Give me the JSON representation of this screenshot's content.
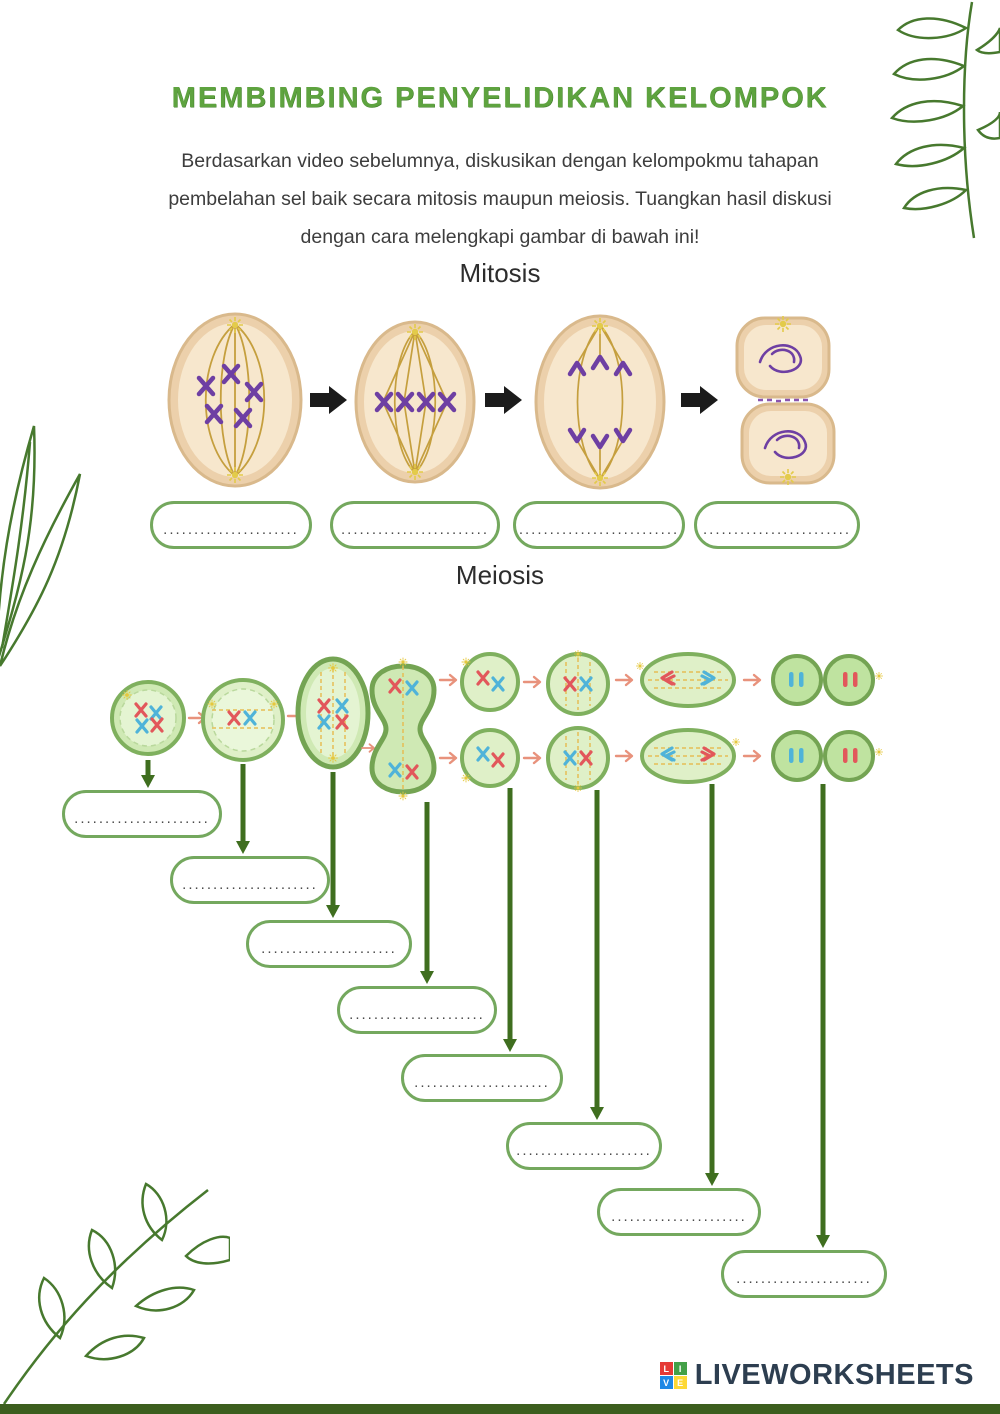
{
  "page": {
    "title": "MEMBIMBING PENYELIDIKAN KELOMPOK",
    "instructions": [
      "Berdasarkan video sebelumnya, diskusikan dengan kelompokmu tahapan",
      "pembelahan sel baik secara mitosis maupun meiosis. Tuangkan hasil diskusi",
      "dengan cara melengkapi gambar di bawah ini!"
    ]
  },
  "mitosis": {
    "heading": "Mitosis",
    "answer_boxes": [
      {
        "dots": "......................"
      },
      {
        "dots": "........................"
      },
      {
        "dots": ".........................."
      },
      {
        "dots": "........................"
      }
    ]
  },
  "meiosis": {
    "heading": "Meiosis",
    "answer_boxes": [
      {
        "dots": "......................"
      },
      {
        "dots": "......................"
      },
      {
        "dots": "......................"
      },
      {
        "dots": "......................"
      },
      {
        "dots": "......................"
      },
      {
        "dots": "......................"
      },
      {
        "dots": "......................"
      },
      {
        "dots": "......................"
      }
    ]
  },
  "footer": {
    "brand": "LIVEWORKSHEETS",
    "logo_letters": [
      "L",
      "I",
      "V",
      "E"
    ]
  },
  "colors": {
    "title_green": "#5ea33f",
    "box_border_green": "#74a85e",
    "connector_arrow_green": "#3f6e1f",
    "mitosis_cell_tan": "#ecd0ab",
    "chromosome_purple": "#6e3fa3",
    "meiosis_cell_green": "#cfe9b4",
    "chromosome_red": "#e2575b",
    "chromosome_blue": "#4fb3d9",
    "footer_text": "#2d3e50",
    "bottom_bar": "#3c5e1e"
  }
}
